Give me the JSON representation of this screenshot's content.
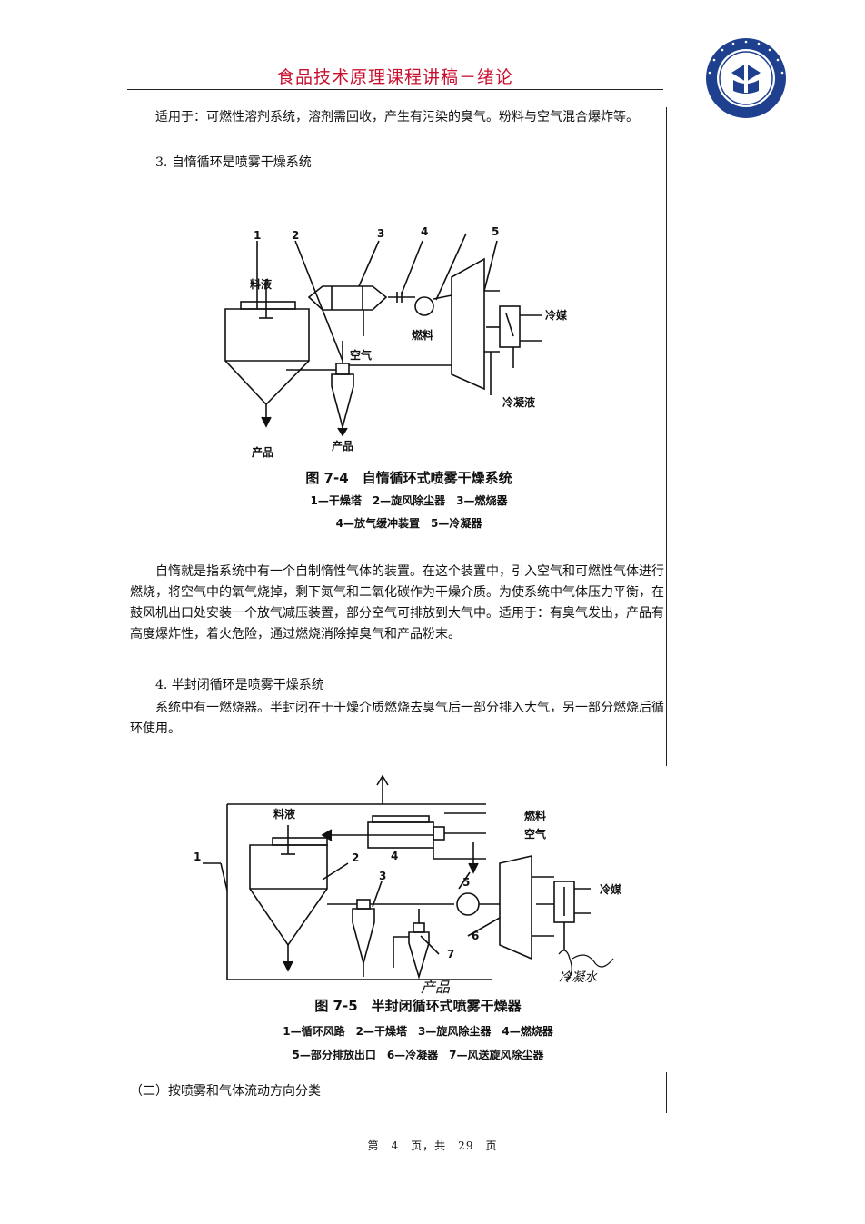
{
  "header": {
    "title": "食品技术原理课程讲稿－绪论"
  },
  "paragraphs": {
    "p1": "适用于：可燃性溶剂系统，溶剂需回收，产生有污染的臭气。粉料与空气混合爆炸等。",
    "h3": "3. 自惰循环是喷雾干燥系统",
    "p2": "自惰就是指系统中有一个自制惰性气体的装置。在这个装置中，引入空气和可燃性气体进行燃烧，将空气中的氧气烧掉，剩下氮气和二氧化碳作为干燥介质。为使系统中气体压力平衡，在鼓风机出口处安装一个放气减压装置，部分空气可排放到大气中。适用于：有臭气发出，产品有高度爆炸性，着火危险，通过燃烧消除掉臭气和产品粉末。",
    "h4": "4. 半封闭循环是喷雾干燥系统",
    "p3": "系统中有一燃烧器。半封闭在于干燥介质燃烧去臭气后一部分排入大气，另一部分燃烧后循环使用。",
    "h5": "（二）按喷雾和气体流动方向分类"
  },
  "figure_7_4": {
    "numbers": [
      "1",
      "2",
      "3",
      "4",
      "5"
    ],
    "labels": {
      "feed": "料液",
      "fuel": "燃料",
      "air": "空气",
      "coolant": "冷媒",
      "condensate": "冷凝液",
      "product1": "产品",
      "product2": "产品"
    },
    "caption": "图 7-4　自惰循环式喷雾干燥系统",
    "legend_line1": "1—干燥塔　2—旋风除尘器　3—燃烧器",
    "legend_line2": "4—放气缓冲装置　5—冷凝器"
  },
  "figure_7_5": {
    "numbers": [
      "1",
      "2",
      "3",
      "4",
      "5",
      "6",
      "7"
    ],
    "labels": {
      "feed": "料液",
      "fuel": "燃料",
      "air": "空气",
      "coolant": "冷媒",
      "product_handwritten": "产品",
      "handwritten_right": "冷凝水"
    },
    "caption": "图 7-5　半封闭循环式喷雾干燥器",
    "legend_line1": "1—循环风路　2—干燥塔　3—旋风除尘器　4—燃烧器",
    "legend_line2": "5—部分排放出口　6—冷凝器　7—风送旋风除尘器"
  },
  "footer": {
    "page_text": "第　4　页，共　29　页"
  }
}
